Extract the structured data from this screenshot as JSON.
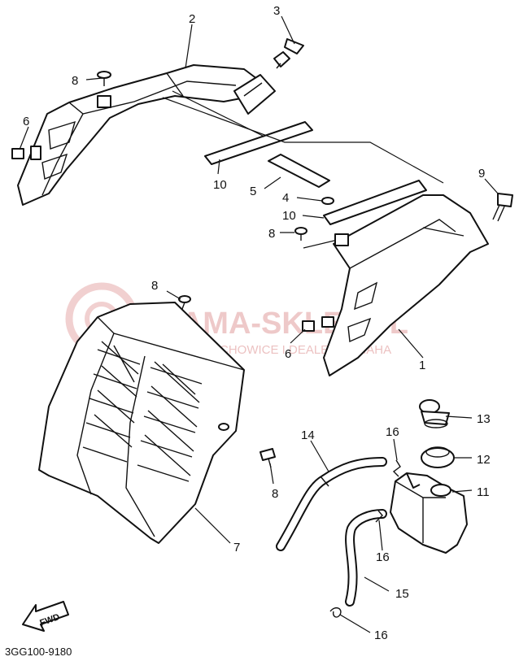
{
  "callouts": {
    "c1": "1",
    "c2": "2",
    "c3": "3",
    "c4": "4",
    "c5": "5",
    "c6a": "6",
    "c6b": "6",
    "c7": "7",
    "c8a": "8",
    "c8b": "8",
    "c8c": "8",
    "c8d": "8",
    "c9": "9",
    "c10a": "10",
    "c10b": "10",
    "c11": "11",
    "c12": "12",
    "c13": "13",
    "c14": "14",
    "c15": "15",
    "c16a": "16",
    "c16b": "16",
    "c16c": "16"
  },
  "watermark": {
    "main": "YAMA-SKLEP.PL",
    "sub": "WOJ-CHECHOWICE I DEALER YAMAHA"
  },
  "fwd_label": "FWD",
  "diagram_code": "3GG100-9180",
  "colors": {
    "ink": "#111111",
    "watermark": "#e9b7b7",
    "background": "#ffffff"
  }
}
